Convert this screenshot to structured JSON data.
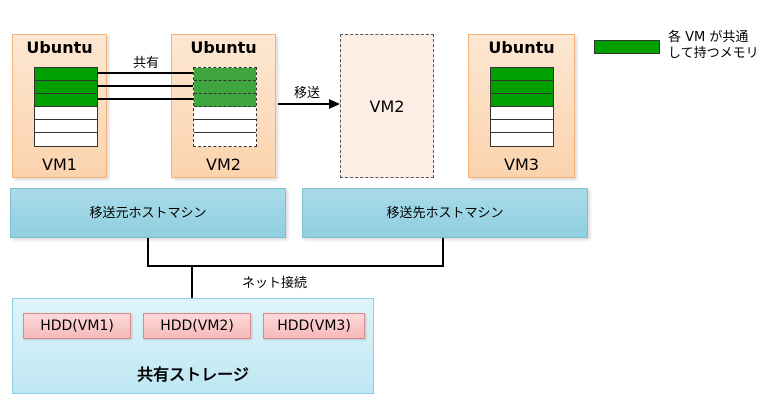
{
  "vms": [
    {
      "os": "Ubuntu",
      "name": "VM1"
    },
    {
      "os": "Ubuntu",
      "name": "VM2"
    },
    {
      "os": "",
      "name": "VM2"
    },
    {
      "os": "Ubuntu",
      "name": "VM3"
    }
  ],
  "labels": {
    "shared": "共有",
    "migrate": "移送",
    "network": "ネット接続"
  },
  "hosts": {
    "source": "移送元ホストマシン",
    "destination": "移送先ホストマシン"
  },
  "storage": {
    "title": "共有ストレージ",
    "disks": [
      "HDD(VM1)",
      "HDD(VM2)",
      "HDD(VM3)"
    ]
  },
  "legend": {
    "line1": "各 VM が共通",
    "line2": "して持つメモリ",
    "color": "#00a000"
  }
}
